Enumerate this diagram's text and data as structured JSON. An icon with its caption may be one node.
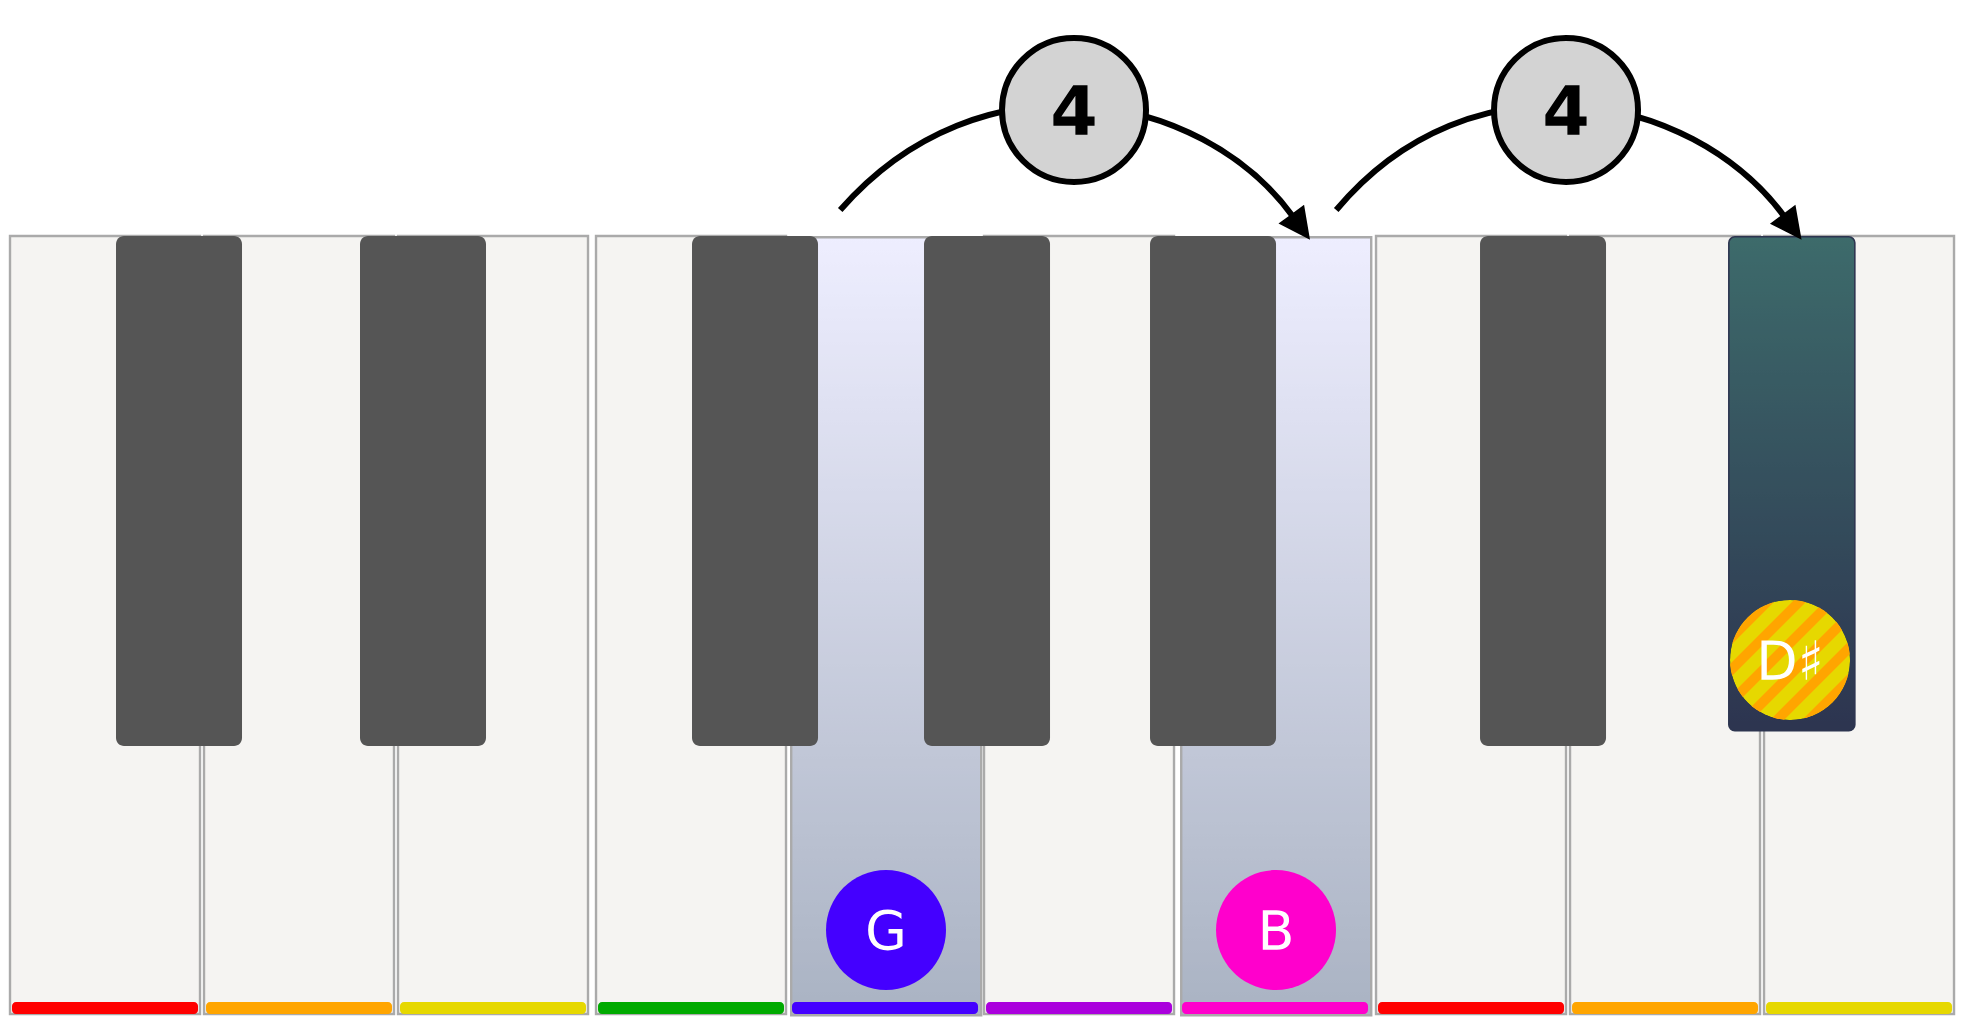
{
  "diagram": {
    "nodes": [
      {
        "text": [
          "G"
        ]
      },
      {
        "text": [
          "B"
        ]
      },
      {
        "text": [
          "D♯"
        ]
      }
    ],
    "edges": [
      {
        "from": 0,
        "to": 1,
        "arrow": "to",
        "label": "4"
      },
      {
        "from": 1,
        "to": 2,
        "arrow": "to",
        "label": "4"
      }
    ]
  }
}
